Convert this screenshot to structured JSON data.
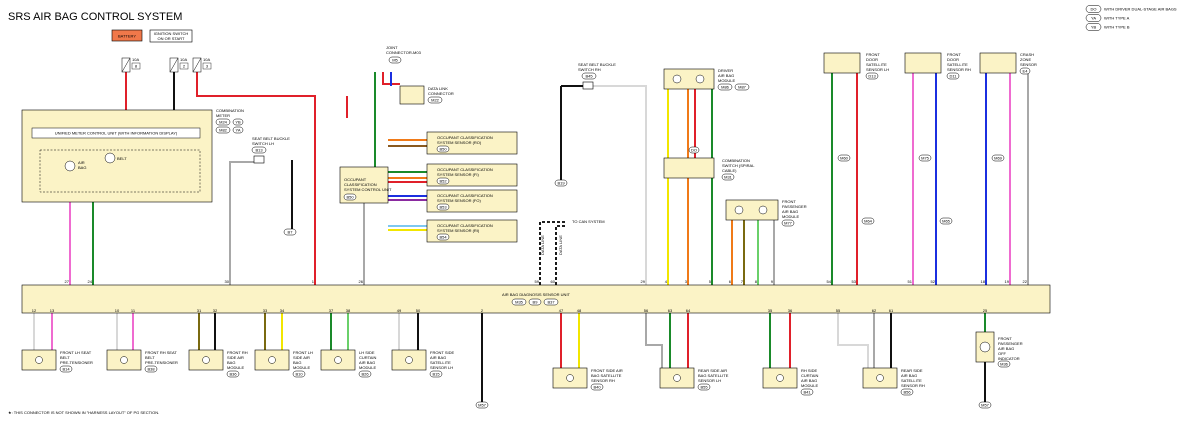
{
  "title": "SRS AIR BAG CONTROL SYSTEM",
  "legend": [
    {
      "code": "DO",
      "text": "WITH DRIVER DUAL-STAGE AIR BAGS"
    },
    {
      "code": "YA",
      "text": "WITH TYPE A"
    },
    {
      "code": "YB",
      "text": "WITH TYPE B"
    }
  ],
  "battery": "BATTERY",
  "ignition": [
    "IGNITION SWITCH",
    "ON OR START"
  ],
  "fuses": [
    {
      "amp": "10A",
      "no": "8"
    },
    {
      "amp": "10A",
      "no": "2"
    },
    {
      "amp": "10A",
      "no": "3"
    }
  ],
  "combination_meter": {
    "label": [
      "COMBINATION",
      "METER"
    ],
    "conn": [
      "M24",
      "M82"
    ],
    "conn_tag": [
      "YB",
      "YA"
    ]
  },
  "unified_meter": "UNIFIED METER CONTROL UNIT (WITH INFORMATION DISPLAY)",
  "meter_parts": {
    "airbag": [
      "AIR",
      "BAG"
    ],
    "belt": "BELT"
  },
  "joint_connector": {
    "label": [
      "JOINT",
      "CONNECTOR-M03"
    ],
    "conn": "M5"
  },
  "data_link": {
    "label": [
      "DATA LINK",
      "CONNECTOR"
    ],
    "conn": "M22"
  },
  "seat_buckle_lh": {
    "label": [
      "SEAT BELT BUCKLE",
      "SWITCH LH"
    ],
    "conn": "B13",
    "ground": "B7"
  },
  "seat_buckle_rh": {
    "label": [
      "SEAT BELT BUCKLE",
      "SWITCH RH"
    ],
    "conn": "B45",
    "ground": "B19"
  },
  "occupant_control": {
    "label": [
      "OCCUPANT",
      "CLASSIFICATION",
      "SYSTEM CONTROL UNIT"
    ],
    "conn": "B50"
  },
  "occupant_sensors": [
    {
      "label": [
        "OCCUPANT CLASSIFICATION",
        "SYSTEM SENSOR (RO)"
      ],
      "conn": "B50"
    },
    {
      "label": [
        "OCCUPANT CLASSIFICATION",
        "SYSTEM SENSOR (FI)"
      ],
      "conn": "B52"
    },
    {
      "label": [
        "OCCUPANT CLASSIFICATION",
        "SYSTEM SENSOR (FO)"
      ],
      "conn": "B53"
    },
    {
      "label": [
        "OCCUPANT CLASSIFICATION",
        "SYSTEM SENSOR (RI)"
      ],
      "conn": "B54"
    }
  ],
  "to_can": "TO CAN SYSTEM",
  "data_line": "DATA LINE",
  "driver_airbag": {
    "label": [
      "DRIVER",
      "AIR BAG",
      "MODULE"
    ],
    "conn": [
      "M86",
      "M87"
    ]
  },
  "spiral": {
    "label": [
      "COMBINATION",
      "SWITCH (SPIRAL",
      "CABLE)"
    ],
    "conn": "M31"
  },
  "front_passenger_airbag": {
    "label": [
      "FRONT",
      "PASSENGER",
      "AIR BAG",
      "MODULE"
    ],
    "conn": "M77"
  },
  "door_sensor_lh": {
    "label": [
      "FRONT",
      "DOOR",
      "SATELLITE",
      "SENSOR LH"
    ],
    "conn": "D13",
    "inline": "M60",
    "ground": "M64"
  },
  "door_sensor_rh": {
    "label": [
      "FRONT",
      "DOOR",
      "SATELLITE",
      "SENSOR RH"
    ],
    "conn": "D11",
    "inline": "M75",
    "ground": "M65"
  },
  "crash_zone": {
    "label": [
      "CRASH",
      "ZONE",
      "SENSOR"
    ],
    "conn": "E4",
    "inline": "M69"
  },
  "main_unit": {
    "label": "AIR BAG DIAGNOSIS SENSOR UNIT",
    "conn": [
      "M35",
      "B9",
      "B37"
    ]
  },
  "main_pins_top": [
    "27",
    "24",
    "30",
    "1",
    "26",
    "59",
    "60",
    "29",
    "4",
    "3",
    "5",
    "6",
    "7",
    "8",
    "9",
    "54",
    "53",
    "51",
    "52",
    "18",
    "19",
    "22"
  ],
  "main_pins_bottom": [
    "12",
    "13",
    "10",
    "11",
    "31",
    "32",
    "33",
    "34",
    "37",
    "38",
    "49",
    "50",
    "2",
    "47",
    "48",
    "56",
    "63",
    "64",
    "35",
    "36",
    "55",
    "62",
    "61",
    "25"
  ],
  "bottom_devices": [
    {
      "label": [
        "FRONT LH SEAT",
        "BELT",
        "PRE-TENSIONER"
      ],
      "conn": "B14"
    },
    {
      "label": [
        "FRONT RH SEAT",
        "BELT",
        "PRE-TENSIONER"
      ],
      "conn": "B38"
    },
    {
      "label": [
        "FRONT RH",
        "SIDE AIR",
        "BAG",
        "MODULE"
      ],
      "conn": "B36"
    },
    {
      "label": [
        "FRONT LH",
        "SIDE AIR",
        "BAG",
        "MODULE"
      ],
      "conn": "B10"
    },
    {
      "label": [
        "LH SIDE",
        "CURTAIN",
        "AIR BAG",
        "MODULE"
      ],
      "conn": "B26"
    },
    {
      "label": [
        "FRONT SIDE",
        "AIR BAG",
        "SATELLITE",
        "SENSOR LH"
      ],
      "conn": "B15"
    },
    {
      "label": [
        "FRONT SIDE AIR",
        "BAG SATELLITE",
        "SENSOR RH"
      ],
      "conn": "B40"
    },
    {
      "label": [
        "REAR SIDE AIR",
        "BAG SATELLITE",
        "SENSOR LH"
      ],
      "conn": "B55"
    },
    {
      "label": [
        "RH SIDE",
        "CURTAIN",
        "AIR BAG",
        "MODULE"
      ],
      "conn": "B41"
    },
    {
      "label": [
        "REAR SIDE",
        "AIR BAG",
        "SATELLITE",
        "SENSOR RH"
      ],
      "conn": "B56"
    }
  ],
  "off_indicator": {
    "label": [
      "FRONT",
      "PASSENGER",
      "AIR BAG",
      "OFF",
      "INDICATOR"
    ],
    "conn": "M36",
    "ground": "M57"
  },
  "ground_main": "M57",
  "footnote": "★: THIS CONNECTOR IS NOT SHOWN IN \"HARNESS LAYOUT\" OF PG SECTION.",
  "colors": {
    "red": "#e0202a",
    "green": "#1a8a2a",
    "pink": "#ef6bd0",
    "gray": "#a8a8a8",
    "black": "#111111",
    "yellow": "#f2e600",
    "orange": "#f07a18",
    "blue": "#1b2fe0",
    "brown": "#8a5a20",
    "purple": "#8a2aa0",
    "lightblue": "#7ec8f0",
    "white": "#d8d8d8",
    "olive": "#7a6a10",
    "lightgreen": "#6ad06a",
    "box": "#fbf3c6",
    "battery": "#f0784a"
  }
}
